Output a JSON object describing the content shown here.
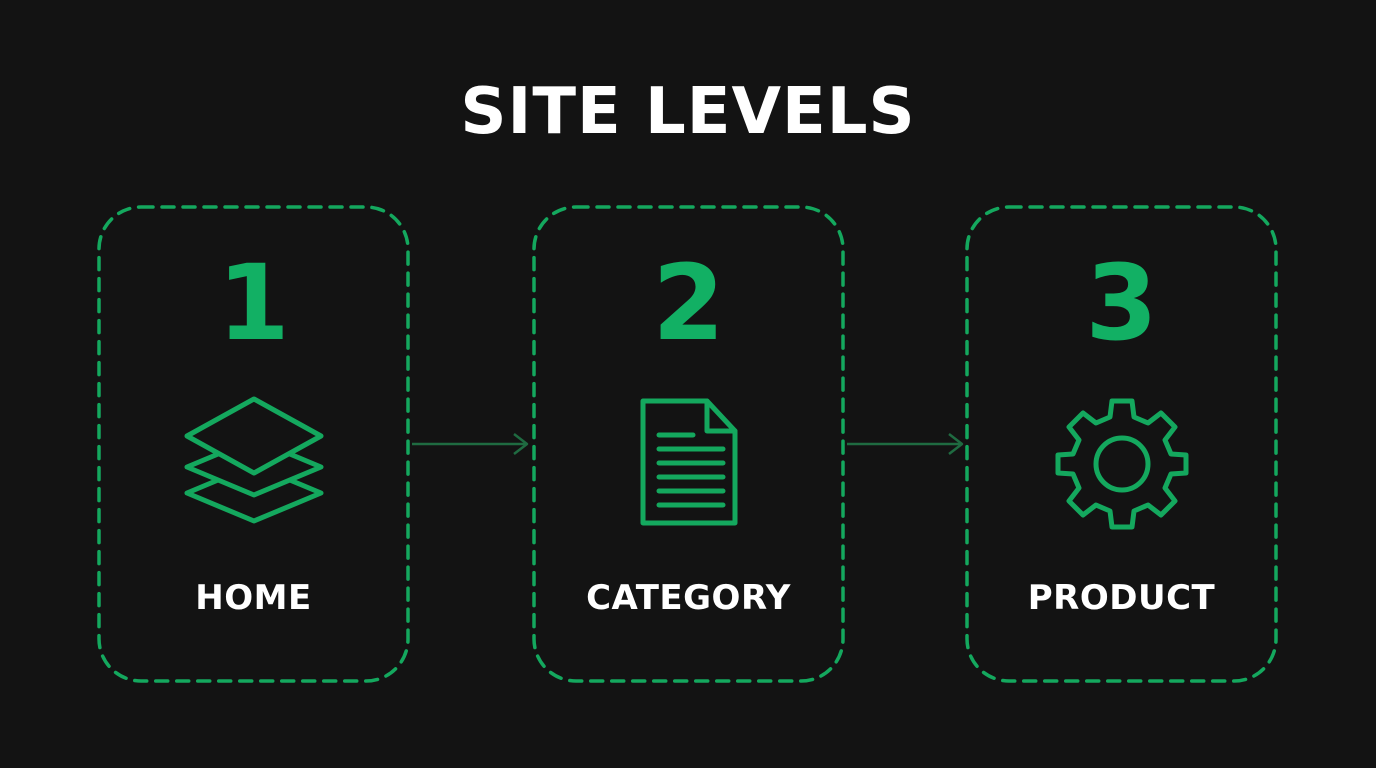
{
  "title": "SITE LEVELS",
  "colors": {
    "background": "#131313",
    "accent": "#14a85e",
    "numeral": "#12b064",
    "connector": "#1f6b41",
    "text": "#ffffff"
  },
  "levels": [
    {
      "number": "1",
      "label": "HOME",
      "icon": "layers-icon"
    },
    {
      "number": "2",
      "label": "CATEGORY",
      "icon": "document-icon"
    },
    {
      "number": "3",
      "label": "PRODUCT",
      "icon": "gear-icon"
    }
  ],
  "connectors": [
    {
      "from": "1",
      "to": "2",
      "icon": "arrow-right-icon"
    },
    {
      "from": "2",
      "to": "3",
      "icon": "arrow-right-icon"
    }
  ]
}
